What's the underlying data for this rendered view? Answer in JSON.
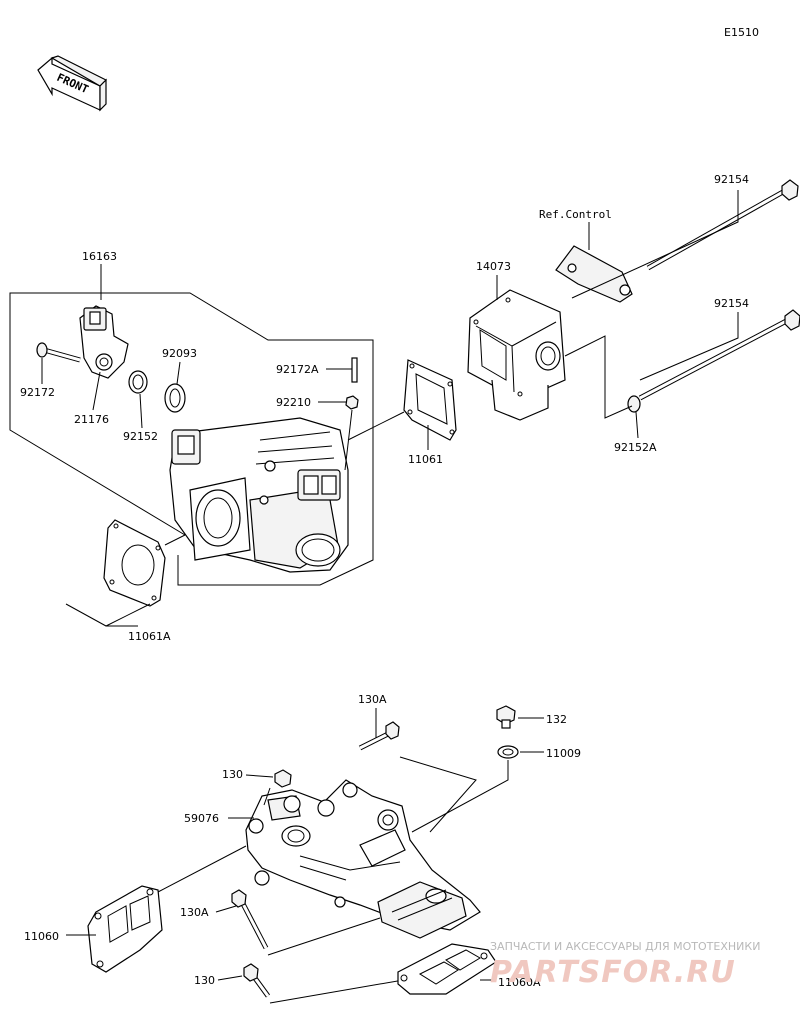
{
  "diagram_code": "E1510",
  "front_label": "FRONT",
  "ref_label": "Ref.Control",
  "parts": {
    "p16163": "16163",
    "p92172": "92172",
    "p21176": "21176",
    "p92152": "92152",
    "p92093": "92093",
    "p92172A": "92172A",
    "p92210": "92210",
    "p11061": "11061",
    "p11061A": "11061A",
    "p14073": "14073",
    "p92154_top": "92154",
    "p92154_mid": "92154",
    "p92152A": "92152A",
    "p130A_top": "130A",
    "p130_top": "130",
    "p59076": "59076",
    "p11060": "11060",
    "p130A_bot": "130A",
    "p130_bot": "130",
    "p132": "132",
    "p11009": "11009",
    "p11060A": "11060A"
  },
  "watermark": {
    "tagline": "ЗАПЧАСТИ И АКСЕССУАРЫ ДЛЯ МОТОТЕХНИКИ",
    "brand": "PARTSFOR.RU"
  },
  "colors": {
    "line": "#000000",
    "watermark": "#f0c8c0"
  }
}
